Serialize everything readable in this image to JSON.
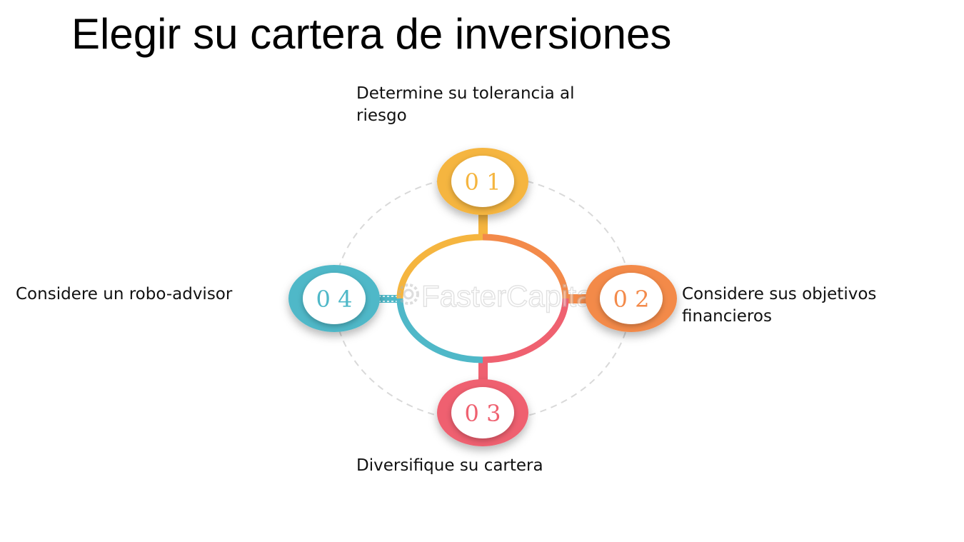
{
  "title": "Elegir su cartera de inversiones",
  "watermark": "FasterCapital",
  "steps": [
    {
      "number": "0 1",
      "label": "Determine su tolerancia al riesgo",
      "color": "#F5B53F"
    },
    {
      "number": "0 2",
      "label": "Considere sus objetivos financieros",
      "color": "#F38A4A"
    },
    {
      "number": "0 3",
      "label": "Diversifique su cartera",
      "color": "#EF6170"
    },
    {
      "number": "0 4",
      "label": "Considere un robo-advisor",
      "color": "#4FB8C8"
    }
  ]
}
